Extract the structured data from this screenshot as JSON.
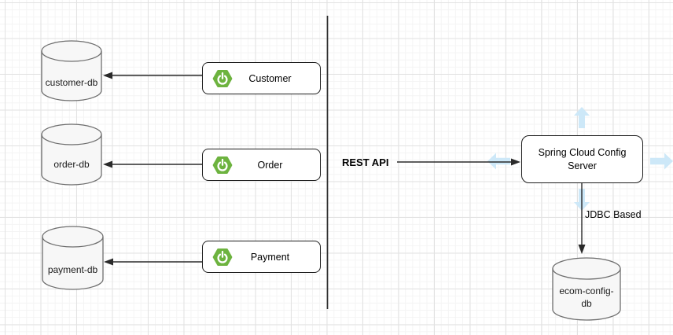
{
  "diagram": {
    "services": [
      {
        "label": "Customer",
        "icon": "spring-boot-icon"
      },
      {
        "label": "Order",
        "icon": "spring-boot-icon"
      },
      {
        "label": "Payment",
        "icon": "spring-boot-icon"
      }
    ],
    "databases": [
      {
        "label": "customer-db"
      },
      {
        "label": "order-db"
      },
      {
        "label": "payment-db"
      },
      {
        "label": "ecom-config-db"
      }
    ],
    "config_server": {
      "label": "Spring Cloud Config Server"
    },
    "edge_labels": {
      "rest_api": "REST API",
      "jdbc": "JDBC Based"
    },
    "colors": {
      "spring_green": "#6db33f",
      "hint_arrow_blue": "#cde8f8",
      "cylinder_fill": "#f7f7f7",
      "edge_stroke": "#2a2a2a"
    }
  }
}
